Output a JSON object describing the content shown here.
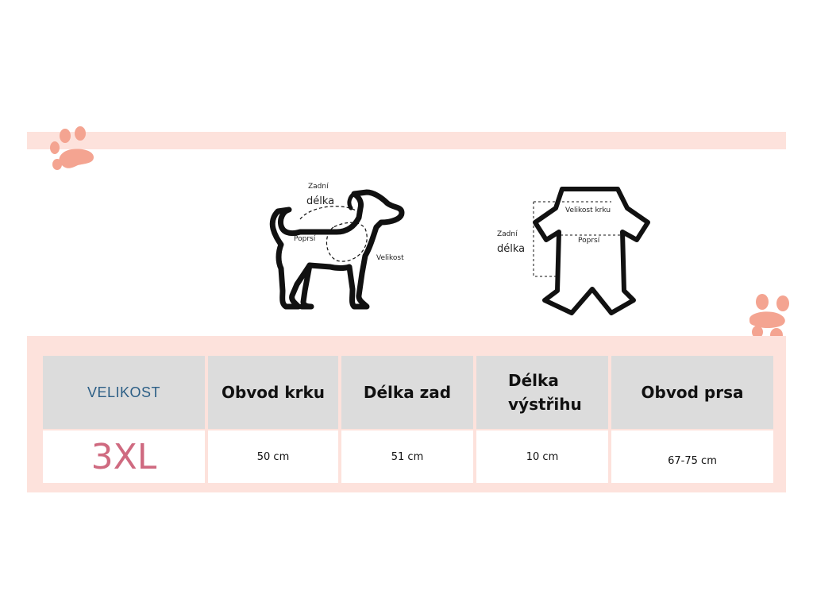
{
  "dog_figure": {
    "label_back_top": "Zadní",
    "label_back_bottom": "délka",
    "label_chest": "Poprsí",
    "label_size": "Velikost"
  },
  "suit_figure": {
    "label_neck": "Velikost krku",
    "label_chest": "Poprsí",
    "label_back_top": "Zadní",
    "label_back_bottom": "délka"
  },
  "size_table": {
    "columns": [
      "VELIKOST",
      "Obvod krku",
      "Délka zad",
      "Délka\nvýstřihu",
      "Obvod prsa"
    ],
    "rows": [
      [
        "3XL",
        "50 cm",
        "51 cm",
        "10 cm",
        "67-75 cm"
      ]
    ]
  },
  "colors": {
    "band": "#fde2dc",
    "paw": "#f4a491",
    "header_cell": "#dcdcdc",
    "velikost_text": "#2d5f86",
    "size_value": "#cf6a80"
  }
}
